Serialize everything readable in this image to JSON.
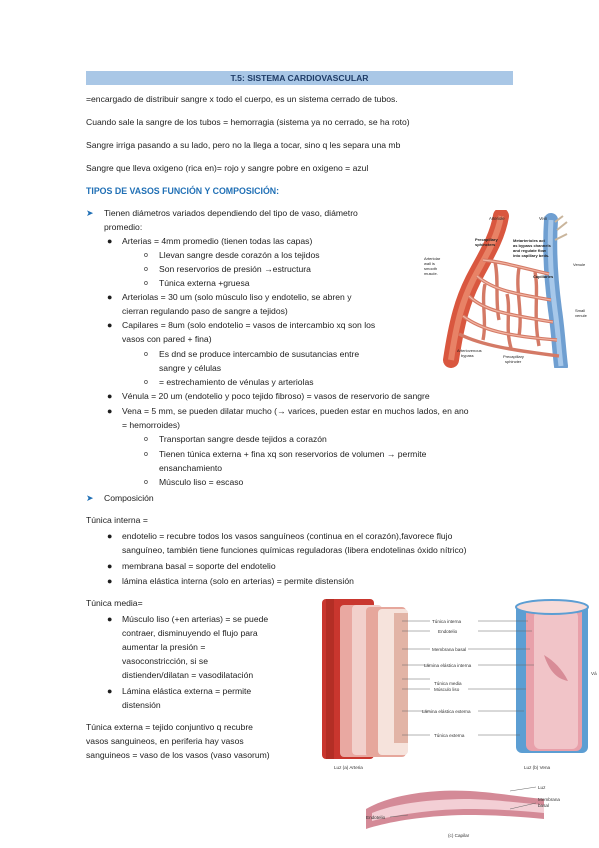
{
  "title": "T.5: SISTEMA CARDIOVASCULAR",
  "intro": [
    "=encargado de distribuir sangre x todo el cuerpo, es un sistema cerrado de tubos.",
    "Cuando sale la sangre de los tubos = hemorragia (sistema ya no cerrado, se ha roto)",
    "Sangre irriga pasando a su lado, pero no la llega a tocar, sino q les separa una mb",
    "Sangre que lleva oxigeno (rica en)= rojo y sangre pobre en oxigeno = azul"
  ],
  "section_heading": "TIPOS DE VASOS FUNCIÓN Y COMPOSICIÓN:",
  "vessels": {
    "intro_1": "Tienen diámetros variados dependiendo del tipo de vaso, diámetro",
    "intro_2": "promedio:",
    "arterias": "Arterias = 4mm promedio (tienen todas las capas)",
    "arterias_sub": [
      "Llevan sangre desde corazón a los tejidos",
      "Son reservorios de presión →estructura",
      "Túnica externa +gruesa"
    ],
    "arteriolas_1": "Arteriolas = 30 um (solo músculo liso y endotelio, se abren y",
    "arteriolas_2": "cierran regulando paso de sangre a tejidos)",
    "capilares_1": "Capilares = 8um (solo endotelio = vasos de intercambio xq son los",
    "capilares_2": "vasos con pared + fina)",
    "capilares_sub_1a": "Es dnd se produce intercambio de susutancias entre",
    "capilares_sub_1b": "sangre y células",
    "capilares_sub_2": "= estrechamiento de vénulas y arteriolas",
    "venula": "Vénula = 20 um (endotelio y poco tejido fibroso) = vasos de reservorio de sangre",
    "vena_1": "Vena = 5 mm, se pueden dilatar mucho (→ varices, pueden estar en muchos lados, en ano",
    "vena_2": "= hemorroides)",
    "vena_sub_1": "Transportan sangre desde tejidos a corazón",
    "vena_sub_2a": "Tienen túnica externa + fina xq son reservorios de volumen → permite",
    "vena_sub_2b": "ensanchamiento",
    "vena_sub_3": "Músculo liso = escaso"
  },
  "composicion": "Composición",
  "tunica_interna": {
    "heading": "Túnica interna =",
    "items": [
      "endotelio = recubre todos los vasos sanguíneos (continua en el corazón),favorece flujo",
      "sanguíneo, también tiene funciones químicas reguladoras (libera endotelinas óxido nítrico)",
      "membrana basal = soporte del endotelio",
      "lámina elástica interna (solo en arterias) = permite distensión"
    ]
  },
  "tunica_media": {
    "heading": "Túnica media=",
    "musculo": [
      "Músculo liso (+en arterias) = se puede",
      "contraer, disminuyendo el flujo para",
      "aumentar la presión =",
      "vasoconstricción, si se",
      "distienden/dilatan = vasodilatación"
    ],
    "lamina": [
      "Lámina elástica externa = permite",
      "distensión"
    ]
  },
  "tunica_externa": [
    "Túnica externa = tejido conjuntivo q recubre",
    "vasos sanguineos, en periferia hay vasos",
    "sanguineos = vaso de los vasos (vaso vasorum)"
  ],
  "fig1_labels": {
    "arteriole": "Arteriole",
    "vein": "Vein",
    "precapillary": "Precapillary",
    "sphincters": "sphincters",
    "metarterioles_1": "Metarterioles act",
    "metarterioles_2": "as bypass channels",
    "metarterioles_3": "and regulate flow",
    "metarterioles_4": "into capillary beds.",
    "venule": "Venule",
    "capillaries": "Capillaries",
    "arteriole_wall_1": "Arteriolar",
    "arteriole_wall_2": "wall is",
    "arteriole_wall_3": "smooth",
    "arteriole_wall_4": "muscle.",
    "small_venule_1": "Small",
    "small_venule_2": "venule",
    "av_bypass_1": "Arteriovenous",
    "av_bypass_2": "bypass",
    "precap_sph_1": "Precapillary",
    "precap_sph_2": "sphincter"
  },
  "fig2_labels": {
    "tunica_interna": "Túnica interna",
    "endotelio": "Endotelio",
    "membrana_basal": "Membrana basal",
    "lamina_interna": "Lámina elástica interna",
    "tunica_media": "Túnica media",
    "musculo_liso": "Músculo liso",
    "lamina_externa": "Lámina elástica externa",
    "tunica_externa": "Túnica externa",
    "valv": "Vá",
    "luz_arteria": "Luz (a) Arteria",
    "luz_vena": "Luz (b) Vena",
    "endotelio_cap": "Endotelio",
    "luz_cap": "Luz",
    "membrana_cap_1": "Membrana",
    "membrana_cap_2": "basal",
    "capilar": "(c) Capilar"
  }
}
